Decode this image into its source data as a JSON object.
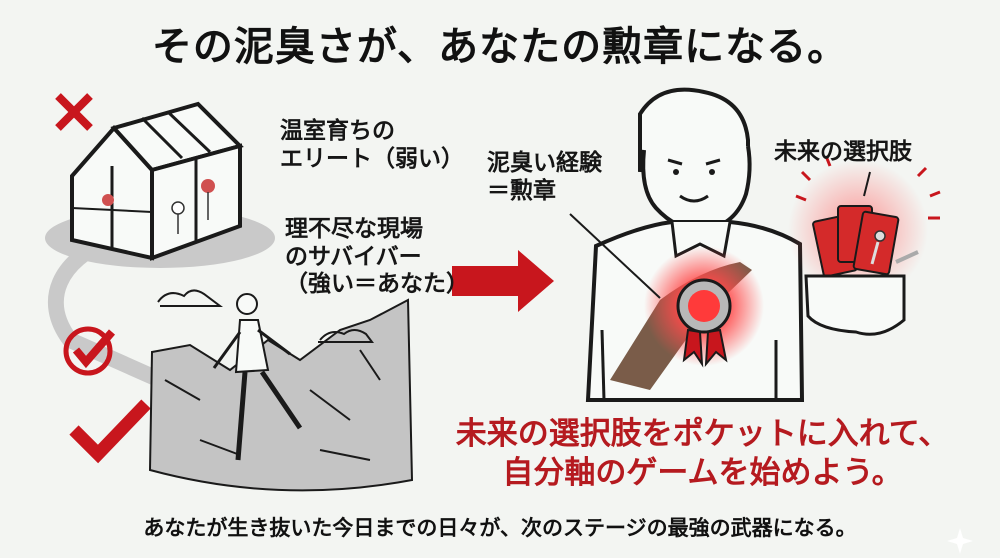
{
  "title": "その泥臭さが、あなたの勲章になる。",
  "left_panel": {
    "greenhouse_label": [
      "温室育ちの",
      "エリート（弱い）"
    ],
    "greenhouse_mark": "cross-mark",
    "survivor_label": [
      "理不尽な現場",
      "のサバイバー",
      "（強い＝あなた）"
    ],
    "survivor_marks": [
      "check-circle",
      "check-mark"
    ]
  },
  "right_panel": {
    "medal_label": [
      "泥臭い経験",
      "＝勲章"
    ],
    "future_label": "未来の選択肢"
  },
  "slogan": [
    "未来の選択肢をポケットに入れて、",
    "自分軸のゲームを始めよう。"
  ],
  "footer": "あなたが生き抜いた今日までの日々が、次のステージの最強の武器になる。",
  "colors": {
    "background": "#f3f5f2",
    "accent_red": "#c8161d",
    "slogan_red": "#b51a1f",
    "mud_brown": "#6b4a35",
    "ground_gray": "#c9c9c9"
  }
}
